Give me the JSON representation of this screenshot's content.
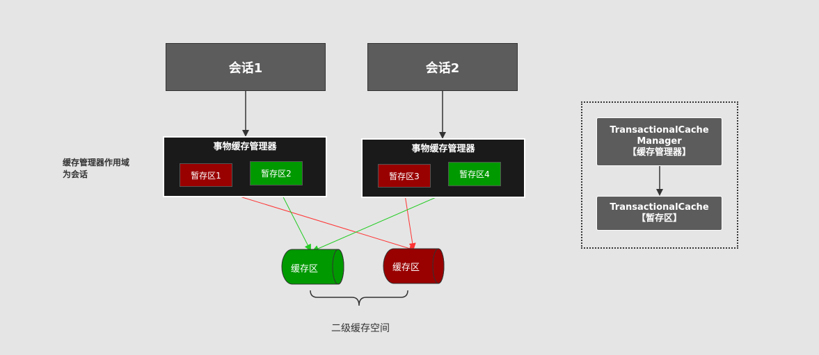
{
  "sessions": [
    {
      "label": "会话1"
    },
    {
      "label": "会话2"
    }
  ],
  "managers": [
    {
      "title": "事物缓存管理器",
      "temps": [
        "暂存区1",
        "暂存区2"
      ]
    },
    {
      "title": "事物缓存管理器",
      "temps": [
        "暂存区3",
        "暂存区4"
      ]
    }
  ],
  "note": {
    "line1": "缓存管理器作用域",
    "line2": "为会话"
  },
  "caches": [
    {
      "label": "缓存区"
    },
    {
      "label": "缓存区"
    }
  ],
  "caption": "二级缓存空间",
  "legend": {
    "manager": {
      "line1": "TransactionalCache",
      "line2": "Manager",
      "line3": "【缓存管理器】"
    },
    "cache": {
      "line1": "TransactionalCache",
      "line2": "【暂存区】"
    }
  },
  "colors": {
    "background": "#e5e5e5",
    "session": "#5c5c5c",
    "manager": "#1a1a1a",
    "red": "#990000",
    "green": "#009900",
    "red_arrow": "#ff3333",
    "green_arrow": "#22cc22"
  }
}
